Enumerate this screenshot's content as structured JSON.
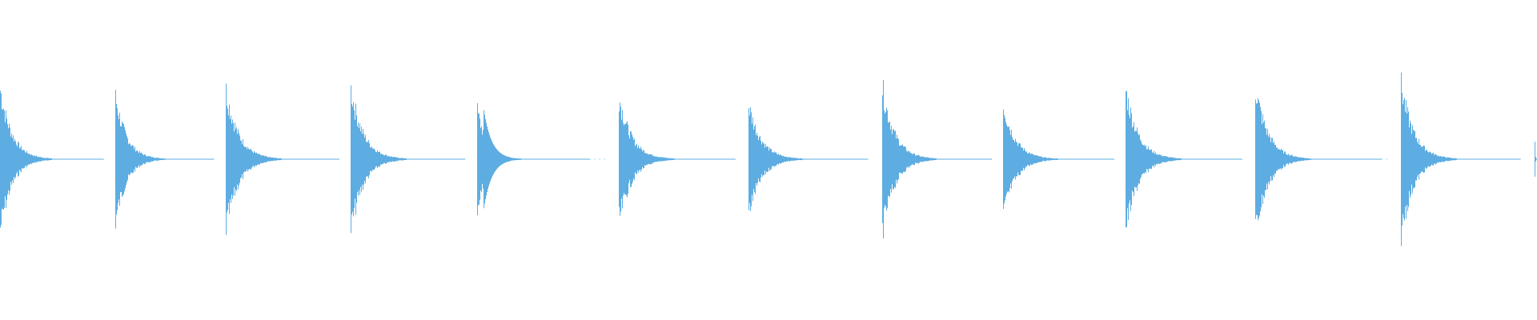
{
  "waveform": {
    "color": "#5dade2",
    "background": "#ffffff",
    "channels": 1,
    "transients": [
      {
        "peak": 0.52,
        "decay": 1.0
      },
      {
        "peak": 0.46,
        "decay": 1.0
      },
      {
        "peak": 0.51,
        "decay": 1.0
      },
      {
        "peak": 0.52,
        "decay": 1.0
      },
      {
        "peak": 0.36,
        "decay": 0.8,
        "double_hit": true
      },
      {
        "peak": 0.46,
        "decay": 1.0
      },
      {
        "peak": 0.4,
        "decay": 1.0
      },
      {
        "peak": 0.53,
        "decay": 1.0
      },
      {
        "peak": 0.4,
        "decay": 1.0
      },
      {
        "peak": 0.51,
        "decay": 1.0
      },
      {
        "peak": 0.53,
        "decay": 1.0
      },
      {
        "peak": 0.55,
        "decay": 1.0
      },
      {
        "peak": 0.12,
        "decay": 0.2
      }
    ]
  }
}
